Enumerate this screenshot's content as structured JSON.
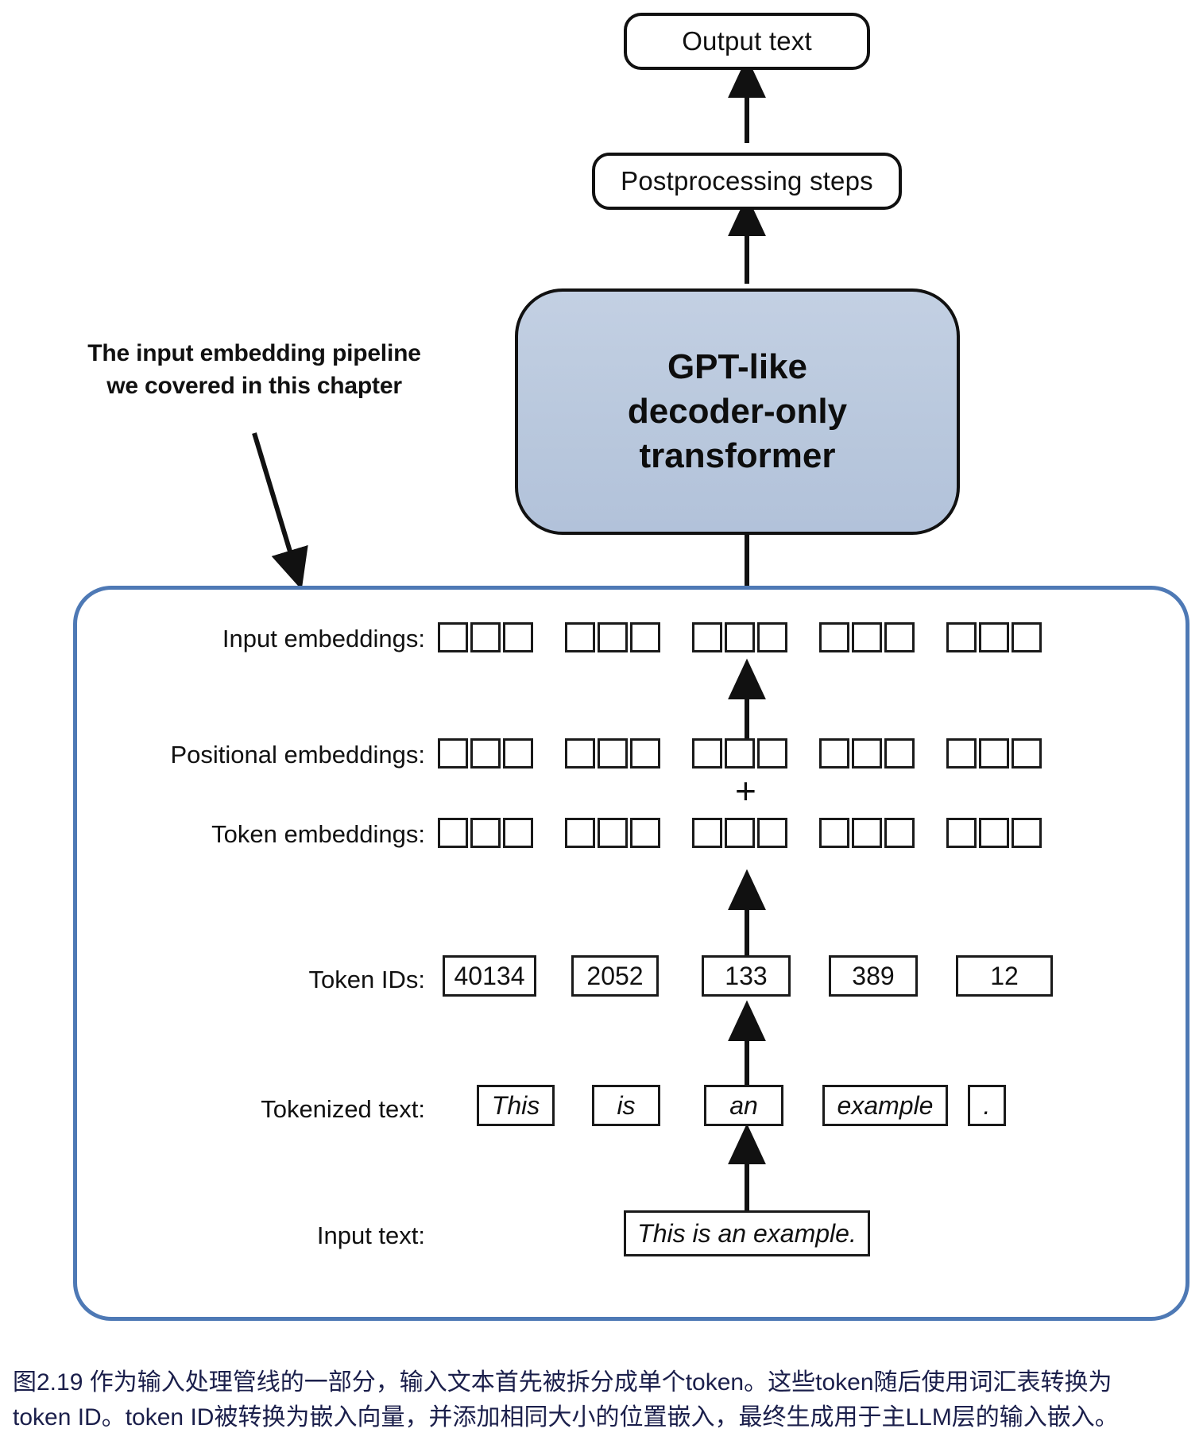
{
  "diagram": {
    "title_flow": {
      "output_text": "Output text",
      "postprocessing": "Postprocessing steps",
      "gpt_block": "GPT-like\ndecoder-only\ntransformer"
    },
    "annotation": "The input embedding pipeline\nwe covered in this chapter",
    "rows": [
      {
        "id": "input-embeddings",
        "label": "Input embeddings:"
      },
      {
        "id": "positional-embeddings",
        "label": "Positional embeddings:"
      },
      {
        "id": "token-embeddings",
        "label": "Token embeddings:"
      },
      {
        "id": "token-ids",
        "label": "Token IDs:"
      },
      {
        "id": "tokenized-text",
        "label": "Tokenized text:"
      },
      {
        "id": "input-text",
        "label": "Input text:"
      }
    ],
    "plus_symbol": "+",
    "cells_per_group": 3,
    "groups_per_row": 5,
    "token_ids": [
      "40134",
      "2052",
      "133",
      "389",
      "12"
    ],
    "tokens": [
      "This",
      "is",
      "an",
      "example",
      "."
    ],
    "input_text": "This is an example.",
    "colors": {
      "pipeline_border": "#4e79b5",
      "gpt_fill": "#bccadd",
      "outline": "#111111",
      "caption_text": "#1b1f4b"
    }
  },
  "caption": {
    "line1": "图2.19 作为输入处理管线的一部分，输入文本首先被拆分成单个token。这些token随后使用词汇表转换为",
    "line2": "token ID。token ID被转换为嵌入向量，并添加相同大小的位置嵌入，最终生成用于主LLM层的输入嵌入。"
  }
}
